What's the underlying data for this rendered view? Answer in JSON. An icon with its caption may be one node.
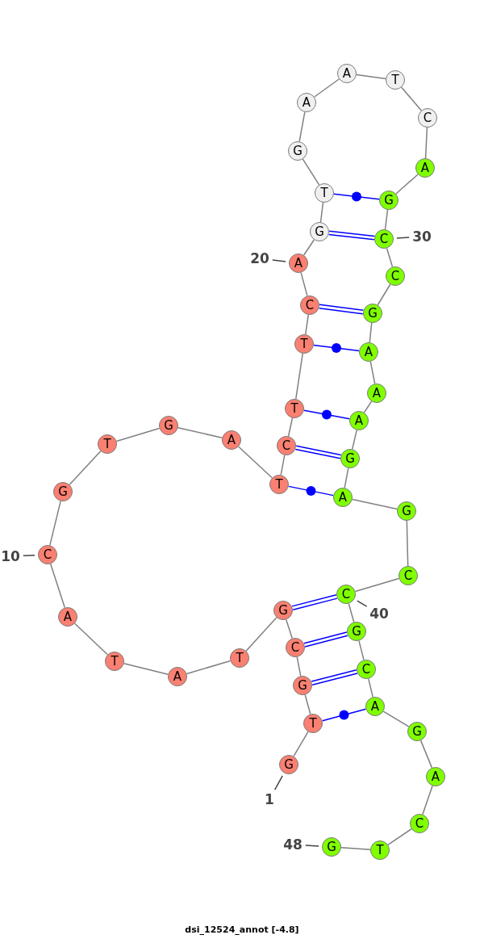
{
  "diagram": {
    "caption": "dsi_12524_annot [-4.8]",
    "nodes": [
      {
        "text": [
          "G"
        ]
      },
      {
        "text": [
          "T"
        ]
      },
      {
        "text": [
          "G"
        ]
      },
      {
        "text": [
          "C"
        ]
      },
      {
        "text": [
          "G"
        ]
      },
      {
        "text": [
          "T"
        ]
      },
      {
        "text": [
          "A"
        ]
      },
      {
        "text": [
          "T"
        ]
      },
      {
        "text": [
          "A"
        ]
      },
      {
        "text": [
          "C"
        ]
      },
      {
        "text": [
          "G"
        ]
      },
      {
        "text": [
          "T"
        ]
      },
      {
        "text": [
          "G"
        ]
      },
      {
        "text": [
          "A"
        ]
      },
      {
        "text": [
          "T"
        ]
      },
      {
        "text": [
          "C"
        ]
      },
      {
        "text": [
          "T"
        ]
      },
      {
        "text": [
          "T"
        ]
      },
      {
        "text": [
          "C"
        ]
      },
      {
        "text": [
          "A"
        ]
      },
      {
        "text": [
          "G"
        ]
      },
      {
        "text": [
          "T"
        ]
      },
      {
        "text": [
          "G"
        ]
      },
      {
        "text": [
          "A"
        ]
      },
      {
        "text": [
          "A"
        ]
      },
      {
        "text": [
          "T"
        ]
      },
      {
        "text": [
          "C"
        ]
      },
      {
        "text": [
          "A"
        ]
      },
      {
        "text": [
          "G"
        ]
      },
      {
        "text": [
          "C"
        ]
      },
      {
        "text": [
          "C"
        ]
      },
      {
        "text": [
          "G"
        ]
      },
      {
        "text": [
          "A"
        ]
      },
      {
        "text": [
          "A"
        ]
      },
      {
        "text": [
          "A"
        ]
      },
      {
        "text": [
          "G"
        ]
      },
      {
        "text": [
          "A"
        ]
      },
      {
        "text": [
          "G"
        ]
      },
      {
        "text": [
          "C"
        ]
      },
      {
        "text": [
          "C"
        ]
      },
      {
        "text": [
          "G"
        ]
      },
      {
        "text": [
          "C"
        ]
      },
      {
        "text": [
          "A"
        ]
      },
      {
        "text": [
          "G"
        ]
      },
      {
        "text": [
          "A"
        ]
      },
      {
        "text": [
          "C"
        ]
      },
      {
        "text": [
          "T"
        ]
      },
      {
        "text": [
          "G"
        ]
      },
      {
        "text": [
          "1"
        ]
      },
      {
        "text": [
          "10"
        ]
      },
      {
        "text": [
          "20"
        ]
      },
      {
        "text": [
          "30"
        ]
      },
      {
        "text": [
          "40"
        ]
      },
      {
        "text": [
          "48"
        ]
      }
    ],
    "edges": [
      {
        "from": 0,
        "to": 1,
        "arrow": "none"
      },
      {
        "from": 1,
        "to": 2,
        "arrow": "none"
      },
      {
        "from": 2,
        "to": 3,
        "arrow": "none"
      },
      {
        "from": 3,
        "to": 4,
        "arrow": "none"
      },
      {
        "from": 4,
        "to": 5,
        "arrow": "none"
      },
      {
        "from": 5,
        "to": 6,
        "arrow": "none"
      },
      {
        "from": 6,
        "to": 7,
        "arrow": "none"
      },
      {
        "from": 7,
        "to": 8,
        "arrow": "none"
      },
      {
        "from": 8,
        "to": 9,
        "arrow": "none"
      },
      {
        "from": 9,
        "to": 10,
        "arrow": "none"
      },
      {
        "from": 10,
        "to": 11,
        "arrow": "none"
      },
      {
        "from": 11,
        "to": 12,
        "arrow": "none"
      },
      {
        "from": 12,
        "to": 13,
        "arrow": "none"
      },
      {
        "from": 13,
        "to": 14,
        "arrow": "none"
      },
      {
        "from": 14,
        "to": 15,
        "arrow": "none"
      },
      {
        "from": 15,
        "to": 16,
        "arrow": "none"
      },
      {
        "from": 16,
        "to": 17,
        "arrow": "none"
      },
      {
        "from": 17,
        "to": 18,
        "arrow": "none"
      },
      {
        "from": 18,
        "to": 19,
        "arrow": "none"
      },
      {
        "from": 19,
        "to": 20,
        "arrow": "none"
      },
      {
        "from": 20,
        "to": 21,
        "arrow": "none"
      },
      {
        "from": 21,
        "to": 22,
        "arrow": "none"
      },
      {
        "from": 22,
        "to": 23,
        "arrow": "none"
      },
      {
        "from": 23,
        "to": 24,
        "arrow": "none"
      },
      {
        "from": 24,
        "to": 25,
        "arrow": "none"
      },
      {
        "from": 25,
        "to": 26,
        "arrow": "none"
      },
      {
        "from": 26,
        "to": 27,
        "arrow": "none"
      },
      {
        "from": 27,
        "to": 28,
        "arrow": "none"
      },
      {
        "from": 28,
        "to": 29,
        "arrow": "none"
      },
      {
        "from": 29,
        "to": 30,
        "arrow": "none"
      },
      {
        "from": 30,
        "to": 31,
        "arrow": "none"
      },
      {
        "from": 31,
        "to": 32,
        "arrow": "none"
      },
      {
        "from": 32,
        "to": 33,
        "arrow": "none"
      },
      {
        "from": 33,
        "to": 34,
        "arrow": "none"
      },
      {
        "from": 34,
        "to": 35,
        "arrow": "none"
      },
      {
        "from": 35,
        "to": 36,
        "arrow": "none"
      },
      {
        "from": 36,
        "to": 37,
        "arrow": "none"
      },
      {
        "from": 37,
        "to": 38,
        "arrow": "none"
      },
      {
        "from": 38,
        "to": 39,
        "arrow": "none"
      },
      {
        "from": 39,
        "to": 40,
        "arrow": "none"
      },
      {
        "from": 40,
        "to": 41,
        "arrow": "none"
      },
      {
        "from": 41,
        "to": 42,
        "arrow": "none"
      },
      {
        "from": 42,
        "to": 43,
        "arrow": "none"
      },
      {
        "from": 43,
        "to": 44,
        "arrow": "none"
      },
      {
        "from": 44,
        "to": 45,
        "arrow": "none"
      },
      {
        "from": 45,
        "to": 46,
        "arrow": "none"
      },
      {
        "from": 46,
        "to": 47,
        "arrow": "none"
      },
      {
        "from": 1,
        "to": 42,
        "arrow": "none",
        "color": "#0000ff"
      },
      {
        "from": 2,
        "to": 41,
        "arrow": "none",
        "color": "#0000ff"
      },
      {
        "from": 3,
        "to": 40,
        "arrow": "none",
        "color": "#0000ff"
      },
      {
        "from": 4,
        "to": 39,
        "arrow": "none",
        "color": "#0000ff"
      },
      {
        "from": 14,
        "to": 36,
        "arrow": "none",
        "color": "#0000ff"
      },
      {
        "from": 15,
        "to": 35,
        "arrow": "none",
        "color": "#0000ff"
      },
      {
        "from": 16,
        "to": 34,
        "arrow": "none",
        "color": "#0000ff"
      },
      {
        "from": 17,
        "to": 32,
        "arrow": "none",
        "color": "#0000ff"
      },
      {
        "from": 18,
        "to": 31,
        "arrow": "none",
        "color": "#0000ff"
      },
      {
        "from": 20,
        "to": 29,
        "arrow": "none",
        "color": "#0000ff"
      },
      {
        "from": 21,
        "to": 28,
        "arrow": "none",
        "color": "#0000ff"
      },
      {
        "from": 48,
        "to": 0,
        "arrow": "none",
        "color": "#444444"
      },
      {
        "from": 49,
        "to": 9,
        "arrow": "none",
        "color": "#444444"
      },
      {
        "from": 50,
        "to": 19,
        "arrow": "none",
        "color": "#444444"
      },
      {
        "from": 51,
        "to": 29,
        "arrow": "none",
        "color": "#444444"
      },
      {
        "from": 52,
        "to": 39,
        "arrow": "none",
        "color": "#444444"
      },
      {
        "from": 53,
        "to": 47,
        "arrow": "none",
        "color": "#444444"
      }
    ]
  }
}
